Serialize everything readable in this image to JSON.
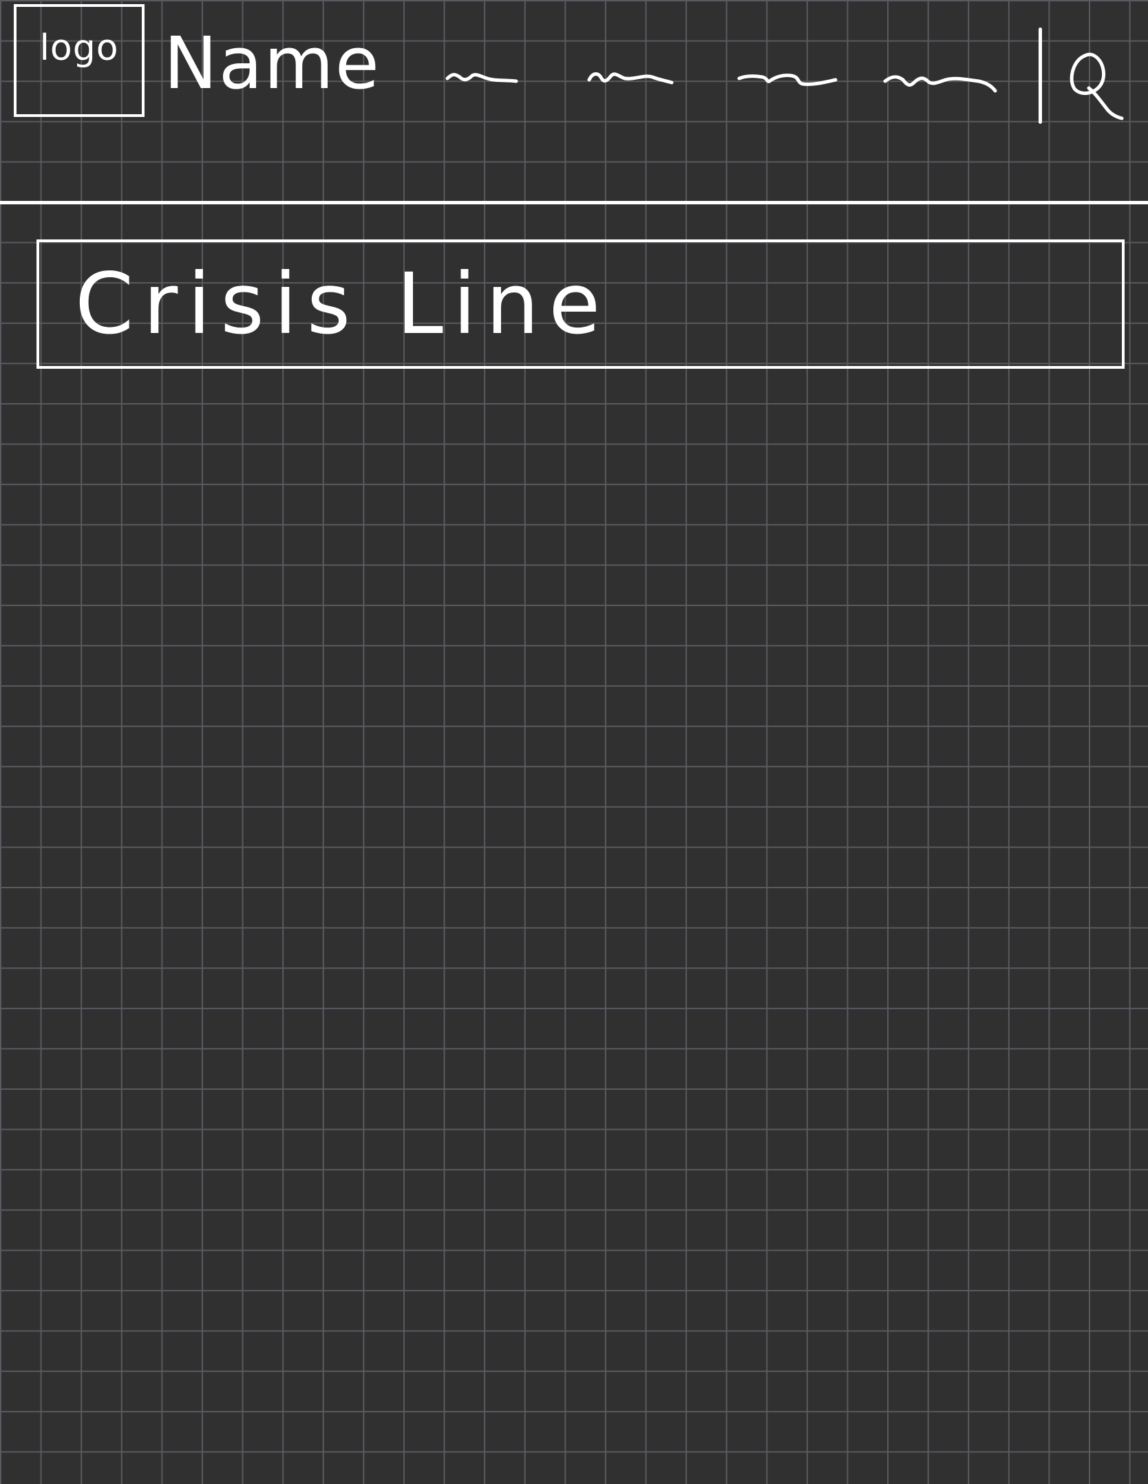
{
  "header": {
    "logo_label": "logo",
    "site_name": "Name",
    "nav_links": [
      {
        "name": "nav-link-1",
        "label": ""
      },
      {
        "name": "nav-link-2",
        "label": ""
      },
      {
        "name": "nav-link-3",
        "label": ""
      },
      {
        "name": "nav-link-4",
        "label": ""
      }
    ],
    "search_icon": "search-icon"
  },
  "banner": {
    "title": "Crisis Line"
  },
  "colors": {
    "background": "#303030",
    "grid": "#5a5a60",
    "ink": "#ffffff"
  }
}
